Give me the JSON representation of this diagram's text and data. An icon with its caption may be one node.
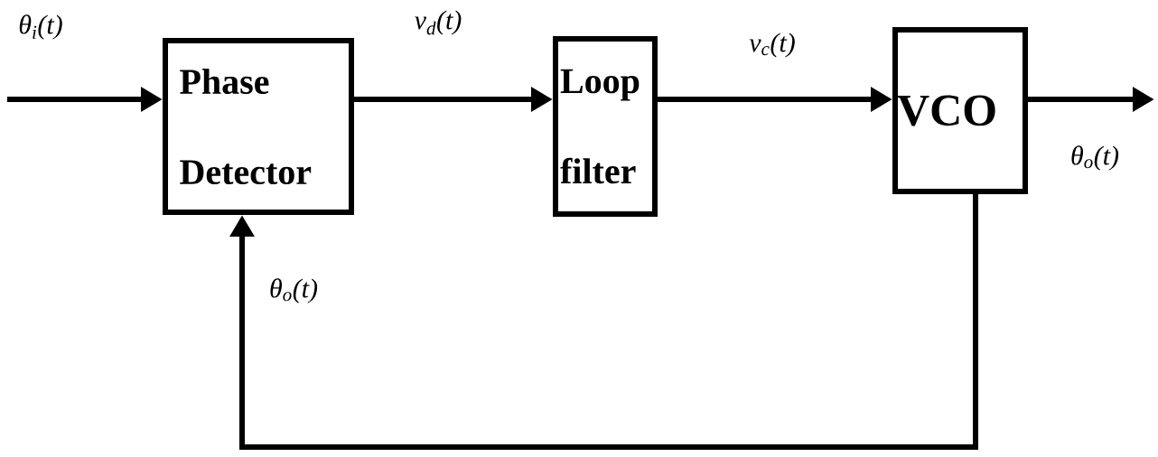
{
  "diagram": {
    "nodes": [
      {
        "text": [
          "Phase Detector"
        ]
      },
      {
        "text": [
          "Loop filter"
        ]
      },
      {
        "text": [
          "VCO"
        ]
      }
    ],
    "edges": [
      {
        "from": null,
        "to": 0,
        "arrow": "to",
        "label": "θ$_{i}$(t)"
      },
      {
        "from": 0,
        "to": 1,
        "arrow": "to",
        "label": "v$_{d}$(t)"
      },
      {
        "from": 1,
        "to": 2,
        "arrow": "to",
        "label": "v$_{c}$(t)"
      },
      {
        "from": 2,
        "to": null,
        "arrow": "to",
        "label": "θ$_{o}$(t)"
      },
      {
        "from": 2,
        "to": 0,
        "arrow": "to",
        "label": "θ$_{o}$(t)"
      }
    ]
  }
}
